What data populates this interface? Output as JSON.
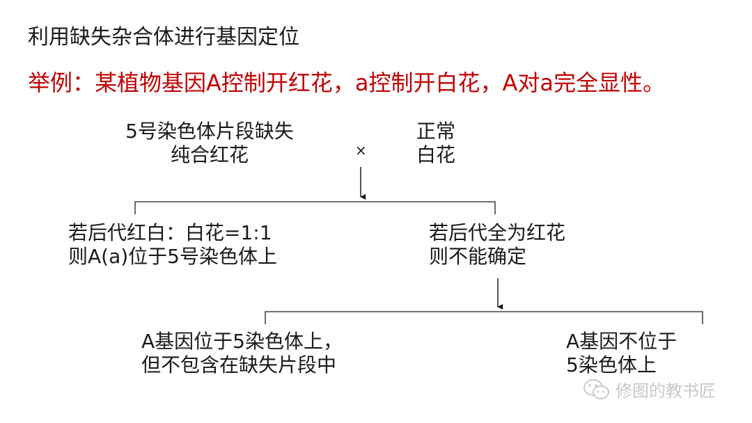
{
  "title": "利用缺失杂合体进行基因定位",
  "example": "举例：某植物基因A控制开红花，a控制开白花，A对a完全显性。",
  "parent_left": {
    "line1": "5号染色体片段缺失",
    "line2": "纯合红花"
  },
  "cross_symbol": "×",
  "parent_right": {
    "line1": "正常",
    "line2": "白花"
  },
  "outcome_left": {
    "line1": "若后代红白：白花=1:1",
    "line2": "则A(a)位于5号染色体上"
  },
  "outcome_right": {
    "line1": "若后代全为红花",
    "line2": "则不能确定"
  },
  "result_left": {
    "line1": "A基因位于5染色体上，",
    "line2": "但不包含在缺失片段中"
  },
  "result_right": {
    "line1": "A基因不位于",
    "line2": "5染色体上"
  },
  "watermark": "修图的教书匠",
  "colors": {
    "accent_red": "#c00000",
    "text": "#1a1a1a",
    "watermark": "#c8c8c8"
  }
}
